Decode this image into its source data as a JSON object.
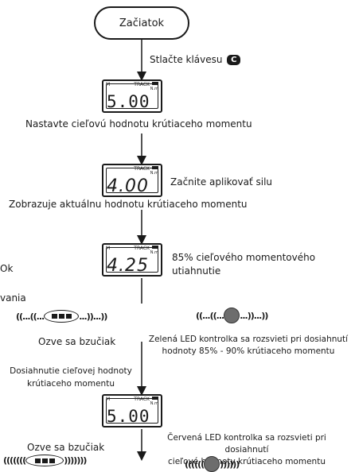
{
  "start_label": "Začiatok",
  "key_step": {
    "label": "Stlačte klávesu",
    "key": "C"
  },
  "step_set_target": "Nastavte cieľovú hodnotu krútiaceho momentu",
  "step_apply_force": "Začnite aplikovať silu",
  "step_show_current": "Zobrazuje aktuálnu hodnotu krútiaceho momentu",
  "step_85": {
    "line1": "85% cieľového momentového",
    "line2": "utiahnutie"
  },
  "left_fragments": {
    "ok": "Ok",
    "vania": "vania"
  },
  "displays": [
    {
      "mode": "M",
      "track": "TRACK",
      "unit": "N.m",
      "value": "5.00"
    },
    {
      "mode": "",
      "track": "TRACK",
      "unit": "N.m",
      "value": "4.00"
    },
    {
      "mode": "M",
      "track": "TRACK",
      "unit": "N.m",
      "value": "4.25"
    },
    {
      "mode": "M",
      "track": "TRACK",
      "unit": "N.m",
      "value": "5.00"
    }
  ],
  "buzz_waves_left": "((...((...",
  "buzz_waves_right": "...))...))",
  "led_waves_left": "((...((...",
  "led_waves_right": "...))...))",
  "buzzer_label_1": "Ozve sa bzučiak",
  "green_led": {
    "line1": "Zelená LED kontrolka sa rozsvieti pri dosiahnutí",
    "line2": "hodnoty 85% - 90% krútiaceho momentu"
  },
  "target_reached": {
    "line1": "Dosiahnutie cieľovej hodnoty",
    "line2": "krútiaceho momentu"
  },
  "buzzer_label_2": "Ozve sa bzučiak",
  "red_led": {
    "line1": "Červená LED kontrolka sa rozsvieti pri dosiahnutí",
    "line2": "cieľové hodnoty krútiaceho momentu"
  },
  "final_waves_left": "(((((((",
  "final_waves_right": ")))))))",
  "final_led_waves_left": "((((((",
  "final_led_waves_right": "))))))"
}
